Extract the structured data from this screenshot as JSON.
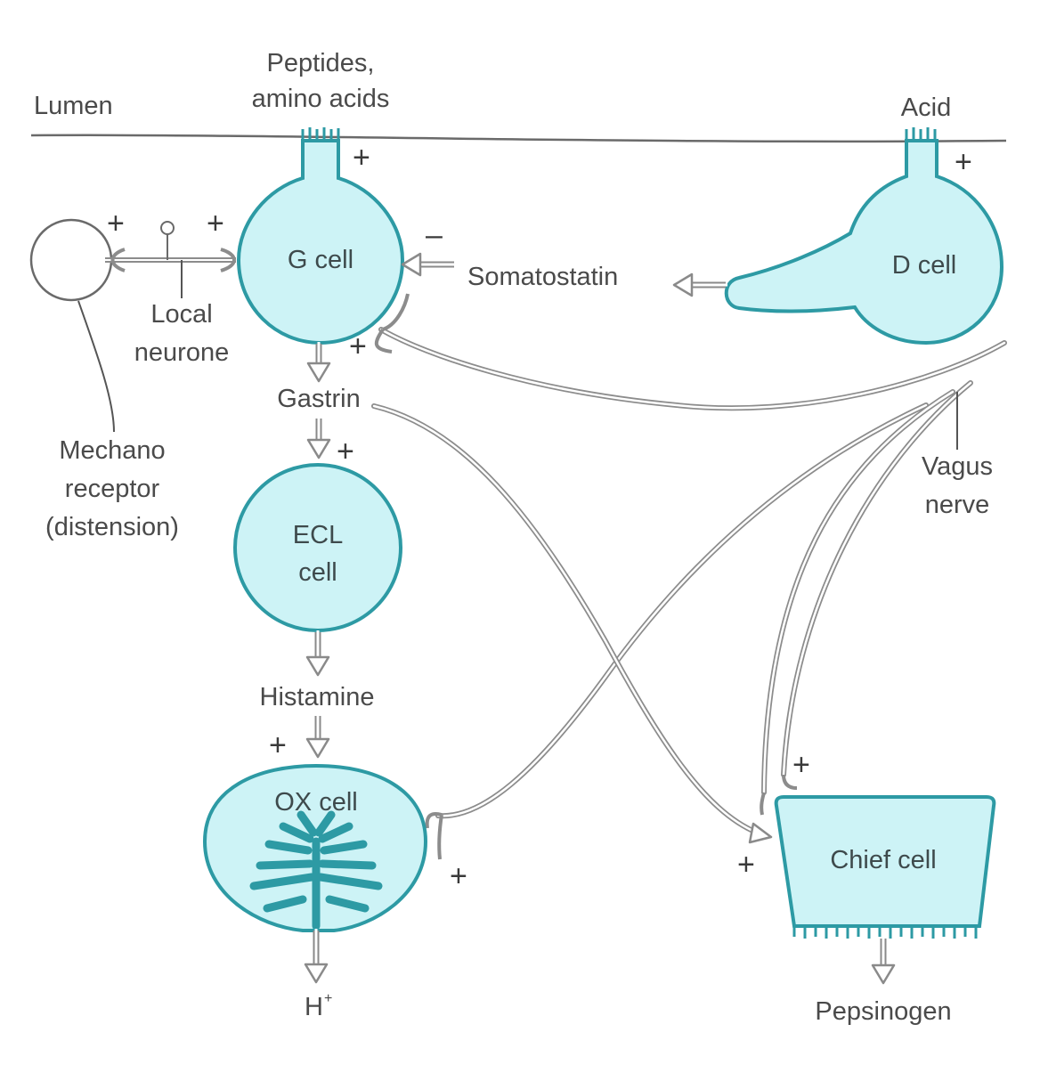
{
  "labels": {
    "lumen": "Lumen",
    "peptides_line1": "Peptides,",
    "peptides_line2": "amino acids",
    "acid": "Acid",
    "local_line1": "Local",
    "local_line2": "neurone",
    "mechano_line1": "Mechano",
    "mechano_line2": "receptor",
    "mechano_line3": "(distension)",
    "somatostatin": "Somatostatin",
    "gastrin": "Gastrin",
    "histamine": "Histamine",
    "vagus_line1": "Vagus",
    "vagus_line2": "nerve",
    "h_plus": "H",
    "h_plus_sup": "+",
    "pepsinogen": "Pepsinogen"
  },
  "cells": {
    "g_cell": "G cell",
    "d_cell": "D cell",
    "ecl_line1": "ECL",
    "ecl_line2": "cell",
    "ox_cell": "OX cell",
    "chief_cell": "Chief cell"
  },
  "signs": {
    "plus": "+",
    "minus": "–"
  },
  "colors": {
    "cell_fill": "#cdf3f6",
    "cell_stroke": "#2d9aa4",
    "arrow": "#8a8a8a"
  }
}
